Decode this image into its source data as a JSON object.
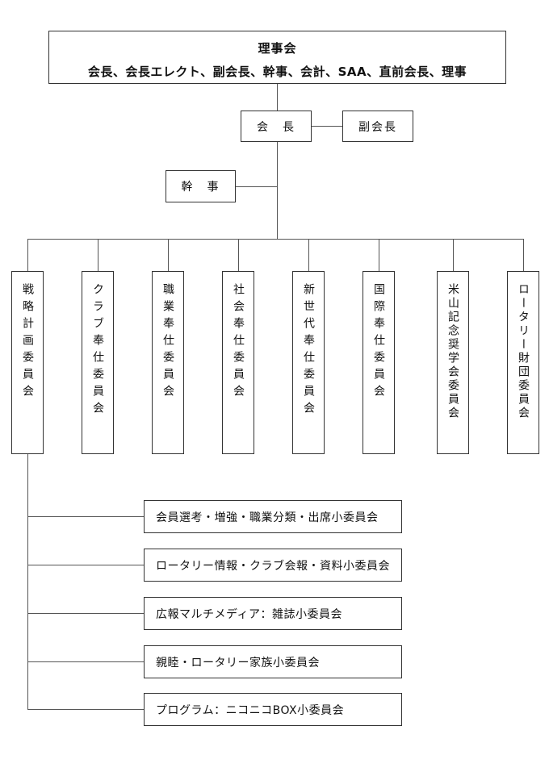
{
  "board": {
    "name": "理事会",
    "members": "会長、会長エレクト、副会長、幹事、会計、SAA、直前会長、理事"
  },
  "president": "会　長",
  "vice_president": "副会長",
  "secretary": "幹　事",
  "committees": [
    "戦略計画委員会",
    "クラブ奉仕委員会",
    "職業奉仕委員会",
    "社会奉仕委員会",
    "新世代奉仕委員会",
    "国際奉仕委員会",
    "米山記念奨学会委員会",
    "ロータリー財団委員会"
  ],
  "subcommittees": [
    "会員選考・増強・職業分類・出席小委員会",
    "ロータリー情報・クラブ会報・資料小委員会",
    "広報マルチメディア：雑誌小委員会",
    "親睦・ロータリー家族小委員会",
    "プログラム：ニコニコBOX小委員会"
  ]
}
